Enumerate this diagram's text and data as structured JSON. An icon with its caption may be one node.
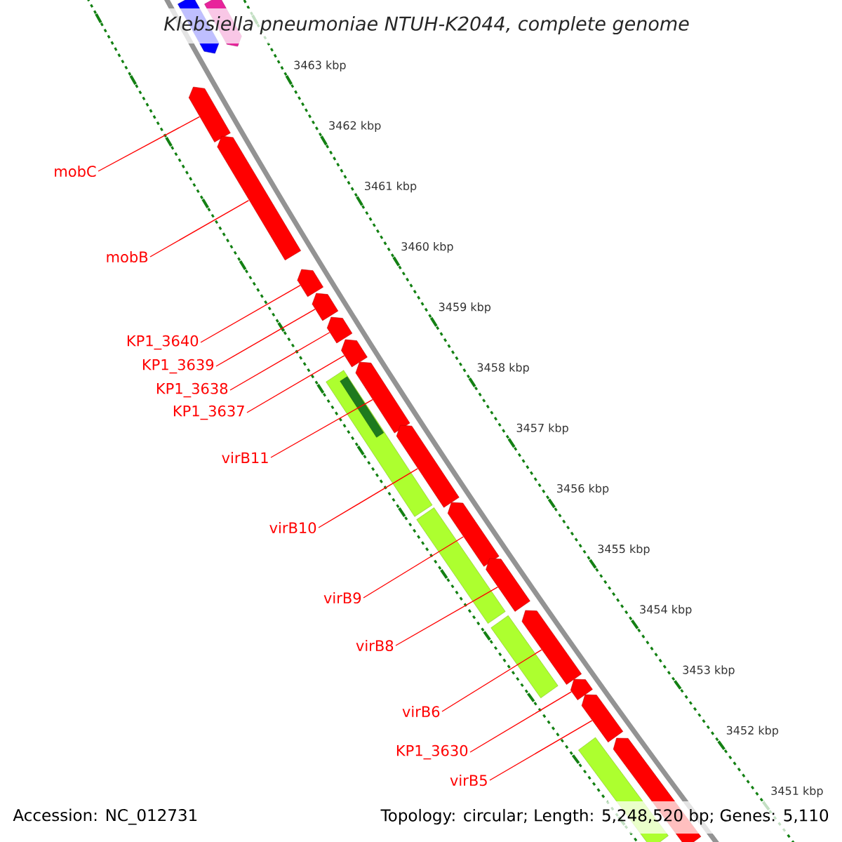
{
  "diagram": {
    "title": "Klebsiella pneumoniae NTUH-K2044, complete genome",
    "nodes": [
      {
        "text": [
          "mobC"
        ]
      },
      {
        "text": [
          "mobB"
        ]
      },
      {
        "text": [
          "KP1_3640"
        ]
      },
      {
        "text": [
          "KP1_3639"
        ]
      },
      {
        "text": [
          "KP1_3638"
        ]
      },
      {
        "text": [
          "KP1_3637"
        ]
      },
      {
        "text": [
          "virB11"
        ]
      },
      {
        "text": [
          "virB10"
        ]
      },
      {
        "text": [
          "virB9"
        ]
      },
      {
        "text": [
          "virB8"
        ]
      },
      {
        "text": [
          "virB6"
        ]
      },
      {
        "text": [
          "KP1_3630"
        ]
      },
      {
        "text": [
          "virB5"
        ]
      },
      {
        "text": [],
        "shape": "arrow"
      },
      {
        "text": [],
        "shape": "arrow"
      },
      {
        "text": [],
        "shape": "arrow"
      },
      {
        "text": [],
        "shape": "arrow"
      },
      {
        "text": [],
        "shape": "arrow"
      },
      {
        "text": [],
        "shape": "arrow"
      },
      {
        "text": [],
        "shape": "arrow"
      },
      {
        "text": [],
        "shape": "arrow"
      },
      {
        "text": [],
        "shape": "arrow"
      },
      {
        "text": [],
        "shape": "arrow"
      },
      {
        "text": [],
        "shape": "arrow"
      },
      {
        "text": [],
        "shape": "arrow"
      },
      {
        "text": [],
        "shape": "arrow"
      },
      {
        "text": [],
        "shape": "arrow"
      },
      {
        "text": [],
        "shape": "arrow"
      },
      {
        "text": [],
        "shape": "arrow"
      },
      {
        "text": [],
        "shape": "bar"
      },
      {
        "text": [],
        "shape": "bar",
        "in": 29
      },
      {
        "text": [],
        "shape": "bar"
      },
      {
        "text": [],
        "shape": "bar"
      },
      {
        "text": [],
        "shape": "bar"
      }
    ],
    "edges": [
      {
        "from": 0,
        "to": 15,
        "arrow": "none"
      },
      {
        "from": 1,
        "to": 16,
        "arrow": "none"
      },
      {
        "from": 2,
        "to": 17,
        "arrow": "none"
      },
      {
        "from": 3,
        "to": 18,
        "arrow": "none"
      },
      {
        "from": 4,
        "to": 19,
        "arrow": "none"
      },
      {
        "from": 5,
        "to": 20,
        "arrow": "none"
      },
      {
        "from": 6,
        "to": 21,
        "arrow": "none"
      },
      {
        "from": 7,
        "to": 22,
        "arrow": "none"
      },
      {
        "from": 8,
        "to": 23,
        "arrow": "none"
      },
      {
        "from": 9,
        "to": 24,
        "arrow": "none"
      },
      {
        "from": 10,
        "to": 25,
        "arrow": "none"
      },
      {
        "from": 11,
        "to": 26,
        "arrow": "none"
      },
      {
        "from": 12,
        "to": 27,
        "arrow": "none"
      }
    ],
    "labels": [
      "3463 kbp",
      "3462 kbp",
      "3461 kbp",
      "3460 kbp",
      "3459 kbp",
      "3458 kbp",
      "3457 kbp",
      "3456 kbp",
      "3455 kbp",
      "3454 kbp",
      "3453 kbp",
      "3452 kbp",
      "3451 kbp",
      "Accession: NC_012731",
      "Topology: circular; Length: 5,248,520 bp; Genes: 5,110"
    ]
  }
}
